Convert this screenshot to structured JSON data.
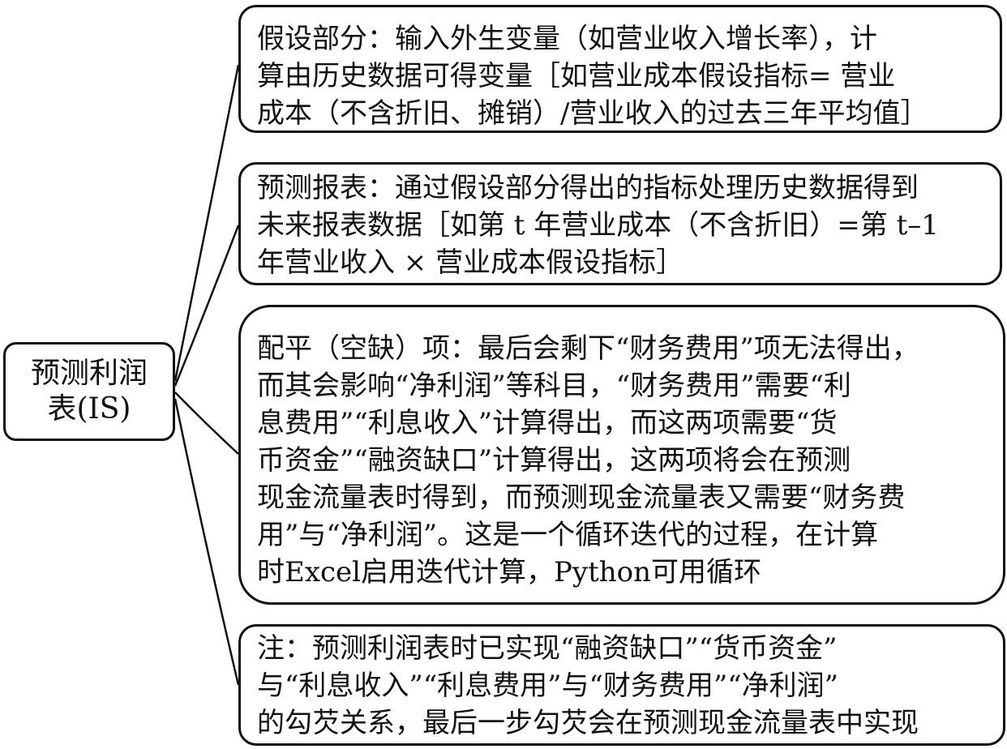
{
  "root": {
    "label": "预测利润表(IS)"
  },
  "nodes": [
    {
      "id": "assumptions",
      "lines": [
        "假设部分：输入外生变量（如营业收入增长率），计",
        "算由历史数据可得变量［如营业成本假设指标= 营业",
        "成本（不含折旧、摊销）/营业收入的过去三年平均值］"
      ]
    },
    {
      "id": "forecast-statements",
      "lines": [
        "预测报表：通过假设部分得出的指标处理历史数据得到",
        "未来报表数据［如第 t 年营业成本（不含折旧）=第 t–1",
        "年营业收入 × 营业成本假设指标］"
      ]
    },
    {
      "id": "plug-item",
      "lines": [
        "配平（空缺）项：最后会剩下“财务费用”项无法得出，",
        "而其会影响“净利润”等科目，“财务费用”需要“利",
        "息费用”“利息收入”计算得出，而这两项需要“货",
        "币资金”“融资缺口”计算得出，这两项将会在预测",
        "现金流量表时得到，而预测现金流量表又需要“财务费",
        "用”与“净利润”。这是一个循环迭代的过程，在计算",
        "时Excel启用迭代计算，Python可用循环"
      ]
    },
    {
      "id": "note",
      "lines": [
        "注：预测利润表时已实现“融资缺口”“货币资金”",
        "与“利息收入”“利息费用”与“财务费用”“净利润”",
        "的勾芡关系，最后一步勾芡会在预测现金流量表中实现"
      ]
    }
  ]
}
